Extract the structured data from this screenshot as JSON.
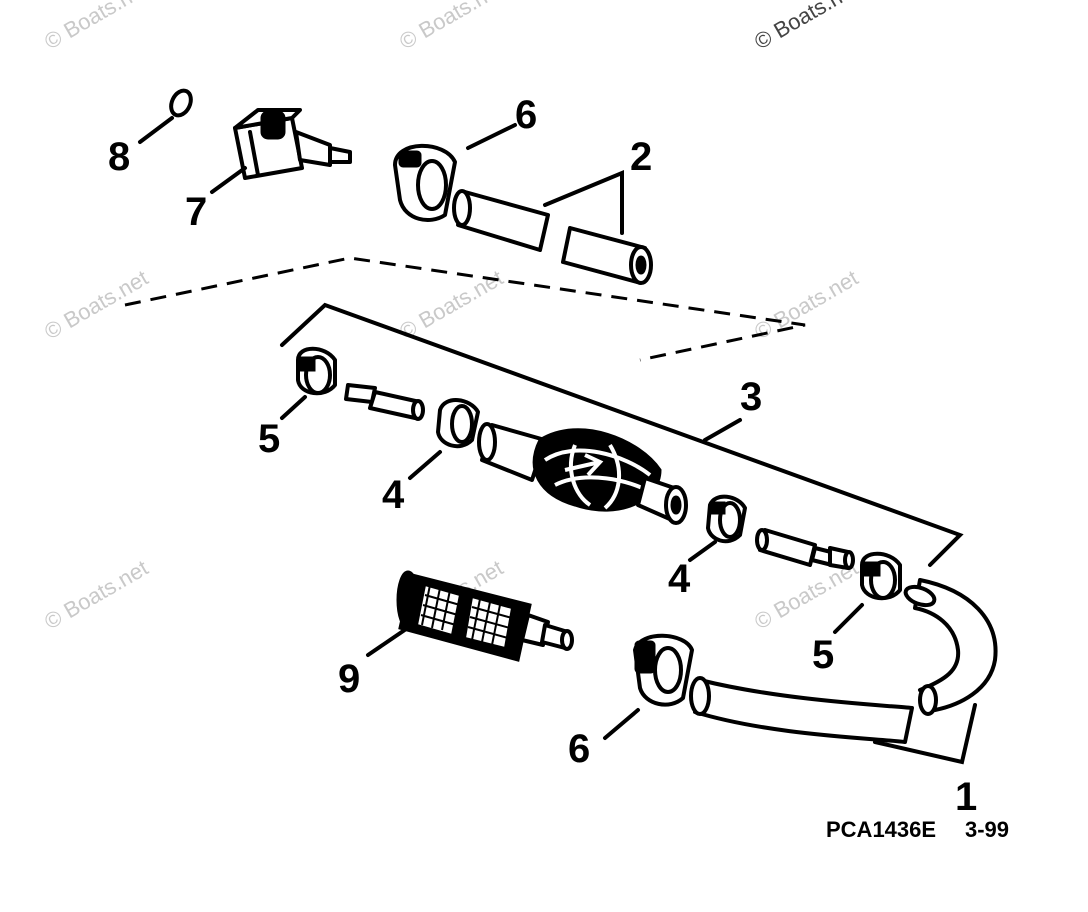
{
  "diagram": {
    "callouts": {
      "c1": "1",
      "c2": "2",
      "c3": "3",
      "c4a": "4",
      "c4b": "4",
      "c5a": "5",
      "c5b": "5",
      "c6a": "6",
      "c6b": "6",
      "c7": "7",
      "c8": "8",
      "c9": "9"
    },
    "figure_code": "PCA1436E",
    "figure_date": "3-99",
    "watermark": "© Boats.net"
  }
}
